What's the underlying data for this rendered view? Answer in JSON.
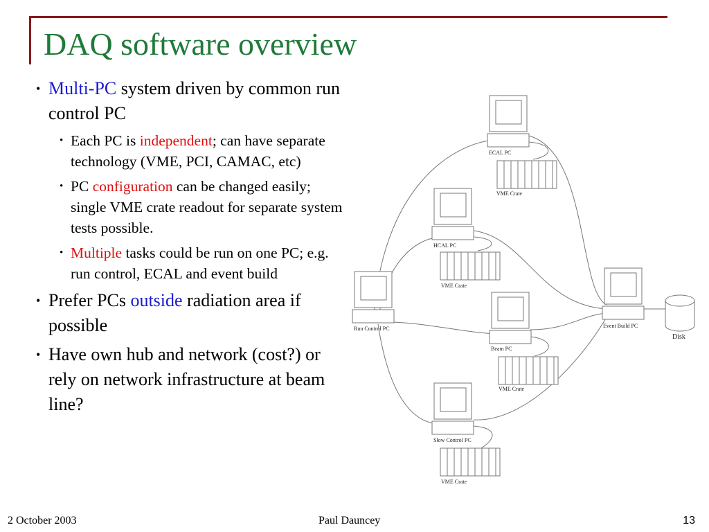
{
  "slide": {
    "title": "DAQ software overview",
    "accent_colors": {
      "title": "#1f7a3a",
      "frame": "#8b1a1a",
      "highlight_blue": "#1a1ad0",
      "highlight_red": "#e01010"
    },
    "bullets": [
      {
        "segments": [
          {
            "text": "Multi-PC",
            "color": "blue"
          },
          {
            "text": " system driven by common run control PC"
          }
        ]
      }
    ],
    "sub_bullets": [
      {
        "segments": [
          {
            "text": "Each PC is "
          },
          {
            "text": "independent",
            "color": "red"
          },
          {
            "text": "; can have separate technology (VME, PCI, CAMAC, etc)"
          }
        ]
      },
      {
        "segments": [
          {
            "text": "PC "
          },
          {
            "text": "configuration",
            "color": "red"
          },
          {
            "text": " can be changed easily; single VME crate readout for separate system tests possible."
          }
        ]
      },
      {
        "segments": [
          {
            "text": "Multiple",
            "color": "red"
          },
          {
            "text": " tasks could be run on one PC; e.g. run control, ECAL and event build"
          }
        ]
      }
    ],
    "bullets_after": [
      {
        "segments": [
          {
            "text": "Prefer PCs "
          },
          {
            "text": "outside",
            "color": "blue"
          },
          {
            "text": " radiation area if possible"
          }
        ]
      },
      {
        "segments": [
          {
            "text": "Have own hub and network (cost?) or rely on network infrastructure at beam line?"
          }
        ]
      }
    ]
  },
  "diagram": {
    "pc_labels": {
      "ecal": "ECAL PC",
      "hcal": "HCAL PC",
      "run_control": "Run Control PC",
      "beam": "Beam PC",
      "slow_control": "Slow Control PC",
      "event_build": "Event Build PC"
    },
    "crate_label": "VME Crate",
    "disk_label": "Disk"
  },
  "footer": {
    "date": "2 October 2003",
    "author": "Paul Dauncey",
    "page_number": "13"
  }
}
